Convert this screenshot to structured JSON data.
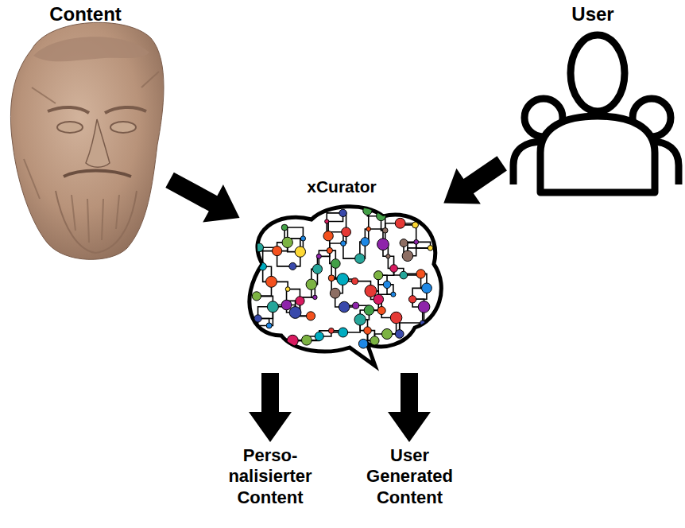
{
  "diagram": {
    "nodes": [
      {
        "text": [
          "Content"
        ]
      },
      {
        "text": [
          "User"
        ]
      },
      {
        "text": [
          "xCurator"
        ]
      },
      {
        "text": [
          "Perso- nalisierter Content"
        ]
      },
      {
        "text": [
          "User Generated Content"
        ]
      }
    ],
    "edges": [
      {
        "from": 0,
        "to": 2,
        "arrow": "to"
      },
      {
        "from": 1,
        "to": 2,
        "arrow": "to"
      },
      {
        "from": 2,
        "to": 3,
        "arrow": "to"
      },
      {
        "from": 2,
        "to": 4,
        "arrow": "to"
      }
    ]
  }
}
